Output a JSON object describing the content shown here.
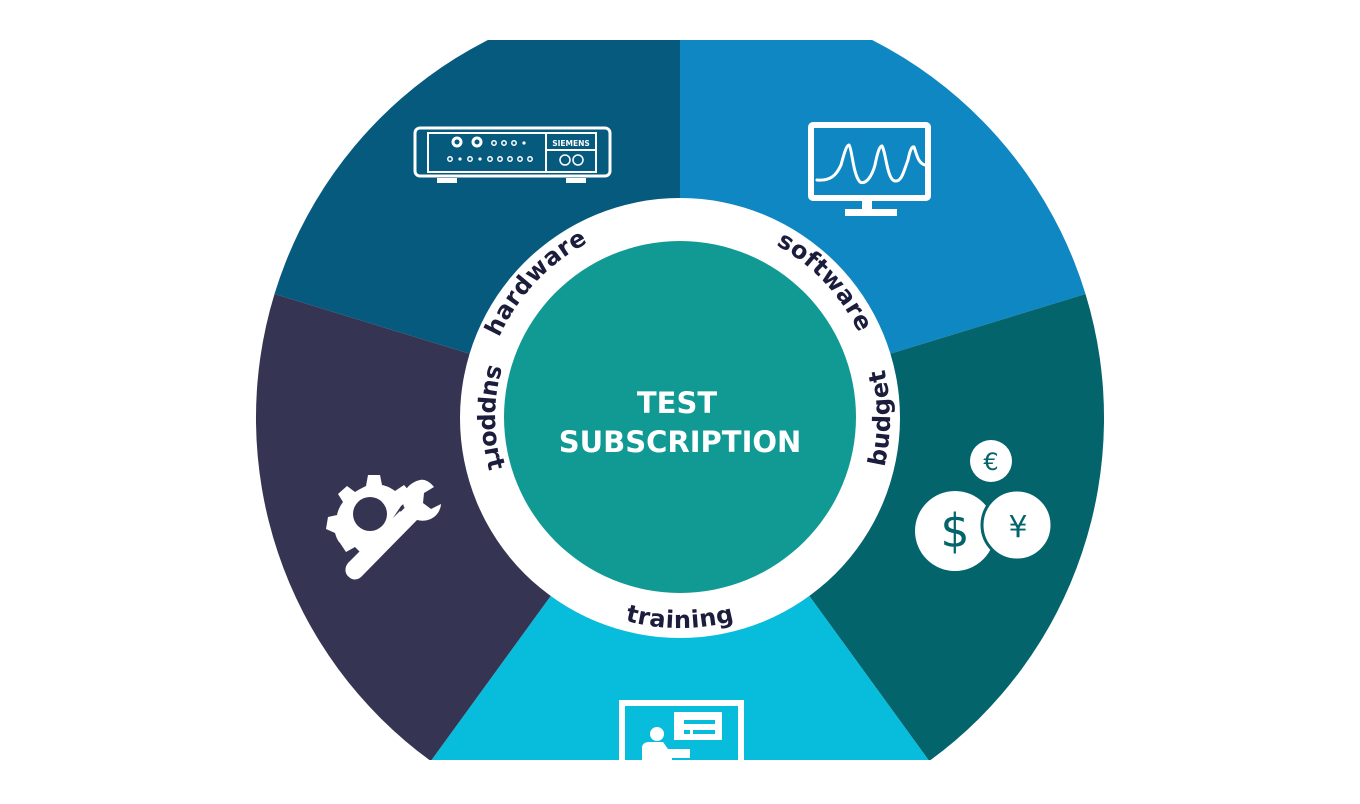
{
  "diagram": {
    "center_title": {
      "line1": "TEST",
      "line2": "SUBSCRIPTION"
    },
    "ring_labels": {
      "hardware": "hardware",
      "software": "software",
      "budget": "budget",
      "training": "training",
      "support": "support"
    },
    "segments": [
      {
        "name": "hardware",
        "label": "hardware",
        "icon": "hardware-device-icon",
        "color": "#055a7e"
      },
      {
        "name": "software",
        "label": "software",
        "icon": "monitor-waveform-icon",
        "color": "#0e87c3"
      },
      {
        "name": "budget",
        "label": "budget",
        "icon": "currency-coins-icon",
        "color": "#04646c"
      },
      {
        "name": "training",
        "label": "training",
        "icon": "presentation-board-icon",
        "color": "#08bcdc"
      },
      {
        "name": "support",
        "label": "support",
        "icon": "gear-wrench-icon",
        "color": "#353553"
      }
    ],
    "hardware_icon": {
      "brand_text": "SIEMENS"
    },
    "budget_icon": {
      "euro": "€",
      "dollar": "$",
      "yen": "¥"
    },
    "colors": {
      "center": "#119a94",
      "ring": "#ffffff",
      "ring_text": "#1c1c3c",
      "center_text": "#ffffff",
      "background": "#ffffff"
    }
  }
}
